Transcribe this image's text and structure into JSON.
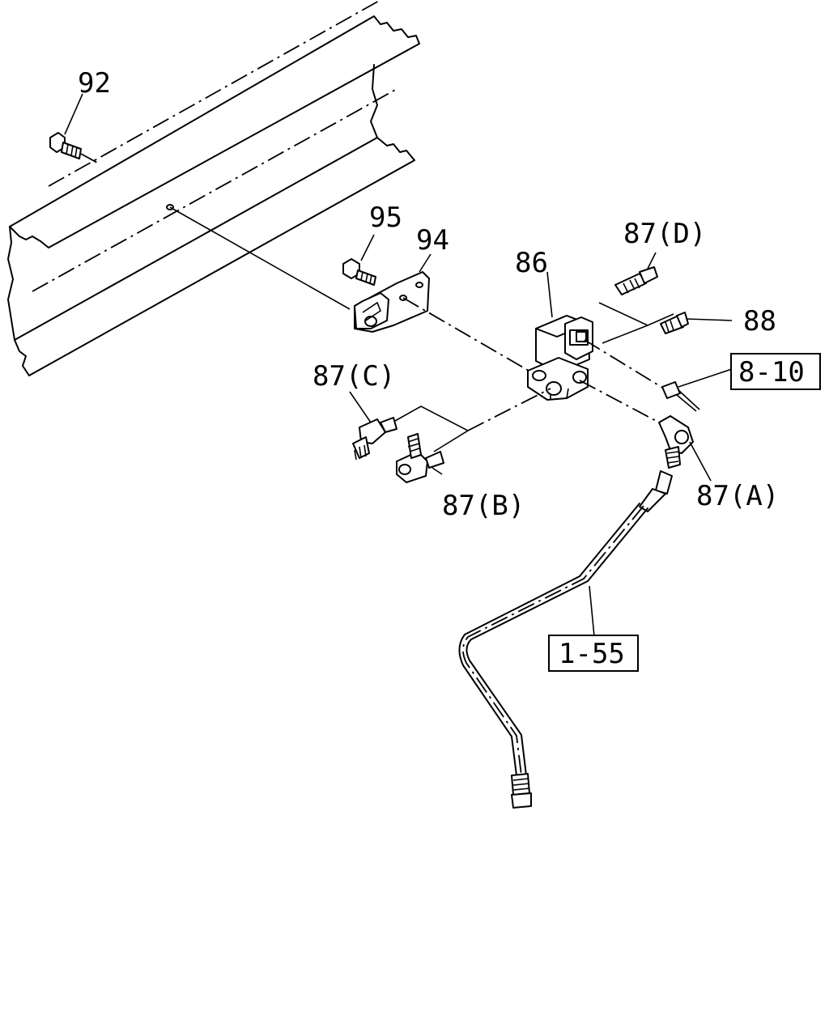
{
  "labels": {
    "p92": "92",
    "p95": "95",
    "p94": "94",
    "p86": "86",
    "p87d": "87(D)",
    "p88": "88",
    "ref810": "8-10",
    "p87c": "87(C)",
    "p87b": "87(B)",
    "p87a": "87(A)",
    "ref155": "1-55"
  }
}
